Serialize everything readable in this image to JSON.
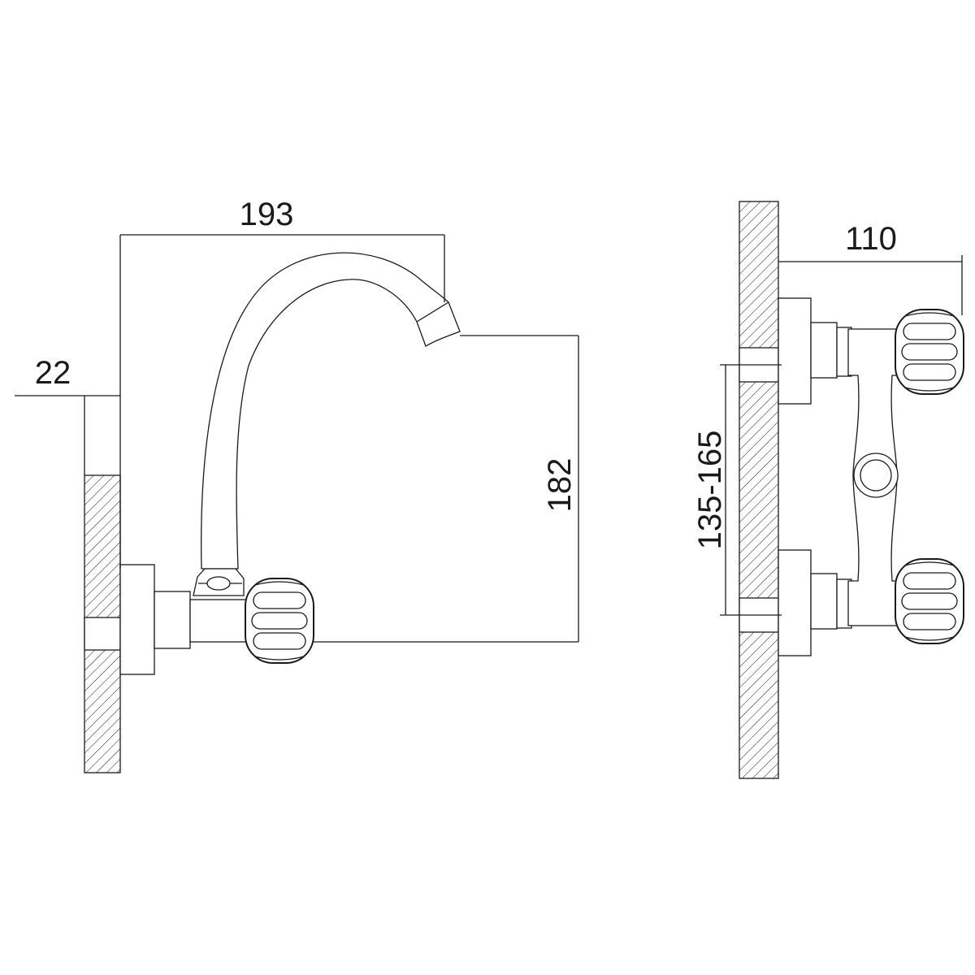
{
  "drawing": {
    "dimensions": {
      "wall_thickness": "22",
      "spout_reach": "193",
      "spout_height": "182",
      "projection": "110",
      "center_distance": "135-165"
    }
  }
}
